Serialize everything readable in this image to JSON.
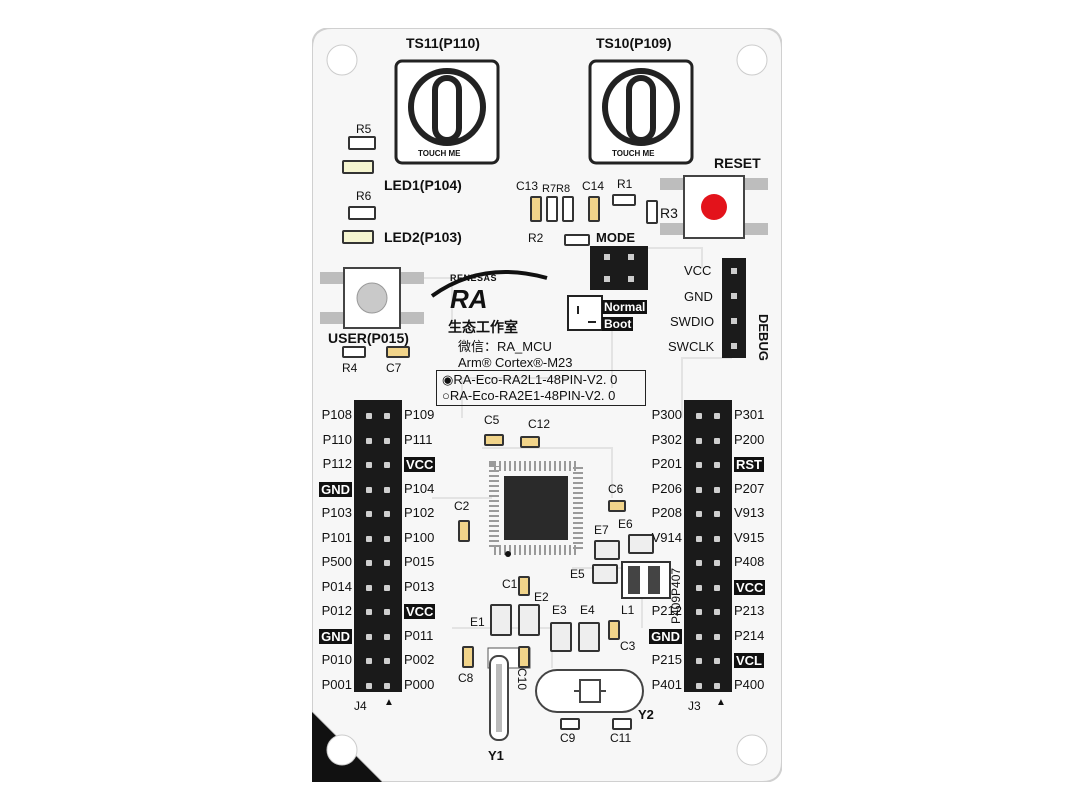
{
  "touch": {
    "ts11": "TS11(P110)",
    "ts10": "TS10(P109)",
    "touch_me": "TOUCH ME"
  },
  "labels": {
    "r5": "R5",
    "led1": "LED1(P104)",
    "r6": "R6",
    "led2": "LED2(P103)",
    "c13": "C13",
    "r7r8": "R7R8",
    "c14": "C14",
    "r1": "R1",
    "r3": "R3",
    "r2": "R2",
    "reset": "RESET",
    "mode": "MODE",
    "normal": "Normal",
    "boot": "Boot",
    "vcc": "VCC",
    "gnd": "GND",
    "swdio": "SWDIO",
    "swclk": "SWCLK",
    "debug": "DEBUG",
    "user": "USER(P015)",
    "r4": "R4",
    "c7": "C7"
  },
  "brand": {
    "renesas": "RENESAS",
    "ra": "RA",
    "studio": "生态工作室",
    "wechat": "微信：RA_MCU",
    "core": "Arm® Cortex®-M23",
    "variant1": "RA-Eco-RA2L1-48PIN-V2. 0",
    "variant2": "RA-Eco-RA2E1-48PIN-V2. 0"
  },
  "j4": {
    "name": "J4",
    "left": [
      "P108",
      "P110",
      "P112",
      "GND",
      "P103",
      "P101",
      "P500",
      "P014",
      "P012",
      "GND",
      "P010",
      "P001"
    ],
    "right": [
      "P109",
      "P111",
      "VCC",
      "P104",
      "P102",
      "P100",
      "P015",
      "P013",
      "VCC",
      "P011",
      "P002",
      "P000"
    ]
  },
  "j3": {
    "name": "J3",
    "left": [
      "P300",
      "P302",
      "P201",
      "P206",
      "P208",
      "V914",
      "",
      "",
      "P212",
      "GND",
      "P215",
      "P401"
    ],
    "right": [
      "P301",
      "P200",
      "RST",
      "P207",
      "V913",
      "V915",
      "P408",
      "VCC",
      "P213",
      "P214",
      "VCL",
      "P400"
    ],
    "extra": "P409P407"
  },
  "parts": {
    "c5": "C5",
    "c12": "C12",
    "c2": "C2",
    "c6": "C6",
    "e7": "E7",
    "e6": "E6",
    "e5": "E5",
    "c1": "C1",
    "e2": "E2",
    "e1": "E1",
    "e3": "E3",
    "e4": "E4",
    "l1": "L1",
    "c3": "C3",
    "c8": "C8",
    "c10": "C10",
    "y1": "Y1",
    "y2": "Y2",
    "c9": "C9",
    "c11": "C11"
  }
}
